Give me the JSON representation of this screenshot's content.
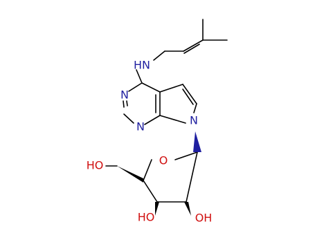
{
  "colors": {
    "carbon_bond": "#000000",
    "nitrogen": "#1f1fa0",
    "oxygen": "#d01010"
  },
  "atoms": {
    "amine_nh": {
      "text": "HN",
      "element": "N"
    },
    "pyrimidine_n_upper": {
      "text": "N",
      "element": "N"
    },
    "pyrimidine_n_lower": {
      "text": "N",
      "element": "N"
    },
    "pyrrole_n": {
      "text": "N",
      "element": "N"
    },
    "ring_oxygen": {
      "text": "O",
      "element": "O"
    },
    "hydroxymethyl_oh": {
      "text": "HO",
      "element": "O"
    },
    "hydroxyl_3": {
      "text": "HO",
      "element": "O"
    },
    "hydroxyl_2": {
      "text": "OH",
      "element": "O"
    }
  }
}
